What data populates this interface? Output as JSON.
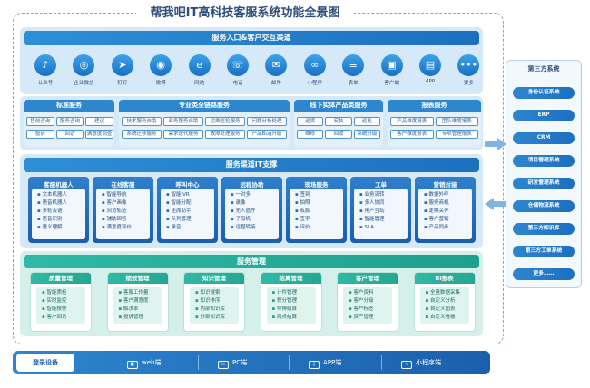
{
  "title": "帮我吧IT高科技客服系统功能全景图",
  "service_entry": {
    "title": "服务入口&客户交互渠道",
    "channels": [
      {
        "label": "公众号",
        "glyph": "♪"
      },
      {
        "label": "企业微信",
        "glyph": "◎"
      },
      {
        "label": "钉钉",
        "glyph": "➤"
      },
      {
        "label": "微博",
        "glyph": "◉"
      },
      {
        "label": "网站",
        "glyph": "e"
      },
      {
        "label": "电话",
        "glyph": "☏"
      },
      {
        "label": "邮件",
        "glyph": "✉"
      },
      {
        "label": "小程序",
        "glyph": "∞"
      },
      {
        "label": "表单",
        "glyph": "≡"
      },
      {
        "label": "客户端",
        "glyph": "▣"
      },
      {
        "label": "APP",
        "glyph": "▤"
      },
      {
        "label": "更多",
        "glyph": "•••"
      }
    ]
  },
  "groups": {
    "standard": {
      "title": "标准服务",
      "items": [
        "售前咨询",
        "服务咨询",
        "建议",
        "投诉",
        "回访",
        "满意度调查"
      ]
    },
    "supply_chain": {
      "title": "专业类全链路服务",
      "items": [
        "技术服务自助",
        "业务服务自助",
        "运维巡检服务",
        "问题分析处理",
        "系统迁移服务",
        "需求迭代服务",
        "故障处理服务",
        "产品Bug升级"
      ]
    },
    "offline": {
      "title": "线下实体产品类服务",
      "items": [
        "送货",
        "安装",
        "巡检",
        "维修",
        "回收",
        "系统升级"
      ]
    },
    "report": {
      "title": "报表服务",
      "items": [
        "产品维度报表",
        "团队维度报表",
        "客户维度报表",
        "专项管理报表"
      ]
    }
  },
  "it_support": {
    "title": "服务渠道IT支撑",
    "cards": [
      {
        "title": "客服机器人",
        "items": [
          "文本机器人",
          "语音机器人",
          "多轮会话",
          "语音识别",
          "语义理解"
        ]
      },
      {
        "title": "在线客服",
        "items": [
          "智能导航",
          "客户画像",
          "浏览轨迹",
          "辅助回答",
          "满意度评价"
        ]
      },
      {
        "title": "呼叫中心",
        "items": [
          "智能IVR",
          "智能分配",
          "坐席助手",
          "队列管理",
          "录音"
        ]
      },
      {
        "title": "远程协助",
        "items": [
          "一对多",
          "录像",
          "无人值守",
          "子母机",
          "远程转接"
        ]
      },
      {
        "title": "现场服务",
        "items": [
          "签到",
          "拍照",
          "收款",
          "签字",
          "评价"
        ]
      },
      {
        "title": "工单",
        "items": [
          "业务流转",
          "多人协同",
          "用户互动",
          "智能管理",
          "SLA"
        ]
      },
      {
        "title": "营销对接",
        "items": [
          "数据外呼",
          "服务商机",
          "定期关怀",
          "客户营销",
          "产品同步"
        ]
      }
    ]
  },
  "service_mgmt": {
    "title": "服务管理",
    "cards": [
      {
        "title": "质量管理",
        "items": [
          "智能质检",
          "实时监控",
          "智能报警",
          "客户回访"
        ]
      },
      {
        "title": "绩效管理",
        "items": [
          "客服工作量",
          "客户满意度",
          "解决率",
          "投诉管理"
        ]
      },
      {
        "title": "知识管理",
        "items": [
          "知识搜索",
          "知识排序",
          "内部知识库",
          "外部知识库"
        ]
      },
      {
        "title": "结算管理",
        "items": [
          "计件管理",
          "积分管理",
          "师傅结算",
          "网点结算"
        ]
      },
      {
        "title": "客户管理",
        "items": [
          "客户资料",
          "客户分级",
          "客户标签",
          "资产管理"
        ]
      },
      {
        "title": "BI报表",
        "items": [
          "全量数据采集",
          "自定义分析",
          "自定义图表",
          "自定义看板"
        ]
      }
    ]
  },
  "third_party": {
    "title": "第三方系统",
    "items": [
      "身份认证系统",
      "ERP",
      "CRM",
      "项目管理系统",
      "研发管理系统",
      "仓储物流系统",
      "第三方知识库",
      "第三方工单系统",
      "更多……"
    ]
  },
  "bottom": {
    "login": "登录设备",
    "devices": [
      {
        "label": "web端",
        "glyph": "◧"
      },
      {
        "label": "PC端",
        "glyph": "▭"
      },
      {
        "label": "APP端",
        "glyph": "▯"
      },
      {
        "label": "小程序端",
        "glyph": "∞"
      }
    ]
  },
  "colors": {
    "primary_blue": "#1d6fc0",
    "teal": "#1f9f8d",
    "light_blue": "#d6e9f8",
    "light_teal": "#d5efeb"
  }
}
